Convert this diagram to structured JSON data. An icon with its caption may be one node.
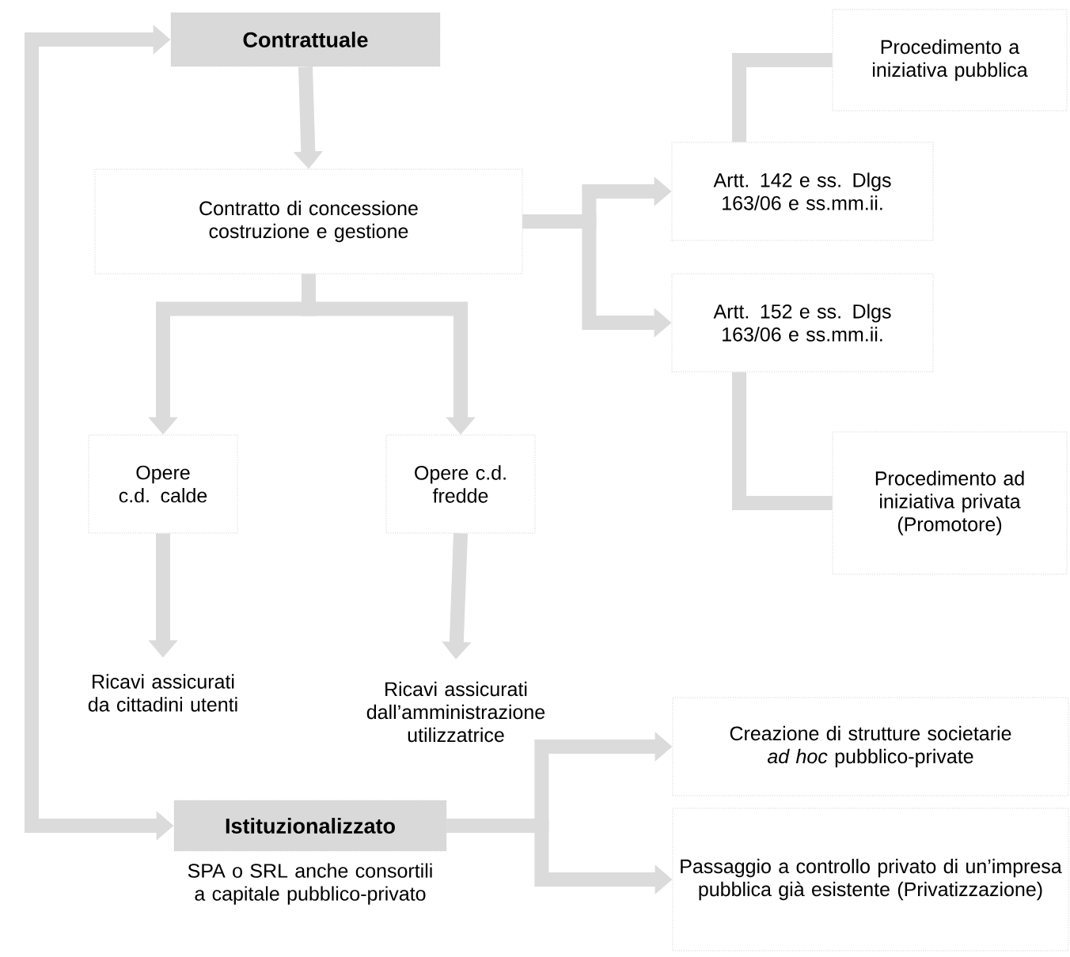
{
  "diagram": {
    "nodes": [
      {
        "text": [
          "Contrattuale"
        ]
      },
      {
        "text": [
          "Contratto di concessione costruzione e gestione"
        ]
      },
      {
        "text": [
          "Artt. 142 e ss. Dlgs 163/06 e ss.mm.ii."
        ]
      },
      {
        "text": [
          "Artt. 152 e ss. Dlgs 163/06 e ss.mm.ii."
        ]
      },
      {
        "text": [
          "Procedimento a iniziativa pubblica"
        ]
      },
      {
        "text": [
          "Procedimento ad iniziativa privata (Promotore)"
        ]
      },
      {
        "text": [
          "Opere c.d. calde"
        ]
      },
      {
        "text": [
          "Opere c.d. fredde"
        ]
      },
      {
        "text": [
          "Ricavi assicurati da cittadini utenti"
        ]
      },
      {
        "text": [
          "Ricavi assicurati dall’amministrazione utilizzatrice"
        ]
      },
      {
        "text": [
          "Istituzionalizzato"
        ],
        "beside": [
          "SPA o SRL anche consortili a capitale pubblico-privato"
        ]
      },
      {
        "text": [
          "Creazione di strutture societarie *ad hoc* pubblico-private"
        ]
      },
      {
        "text": [
          "Passaggio a controllo privato di un’impresa pubblica già esistente (Privatizzazione)"
        ]
      }
    ],
    "edges": [
      {
        "from": null,
        "to": 0,
        "arrow": "to"
      },
      {
        "from": null,
        "to": 10,
        "arrow": "to"
      },
      {
        "from": 0,
        "to": 1,
        "arrow": "to"
      },
      {
        "from": 1,
        "to": 2,
        "arrow": "to"
      },
      {
        "from": 1,
        "to": 3,
        "arrow": "to"
      },
      {
        "from": 2,
        "to": 4,
        "arrow": "none"
      },
      {
        "from": 3,
        "to": 5,
        "arrow": "none"
      },
      {
        "from": 1,
        "to": 6,
        "arrow": "to"
      },
      {
        "from": 1,
        "to": 7,
        "arrow": "to"
      },
      {
        "from": 6,
        "to": 8,
        "arrow": "to"
      },
      {
        "from": 7,
        "to": 9,
        "arrow": "to"
      },
      {
        "from": 10,
        "to": 11,
        "arrow": "to"
      },
      {
        "from": 10,
        "to": 12,
        "arrow": "to"
      }
    ]
  }
}
